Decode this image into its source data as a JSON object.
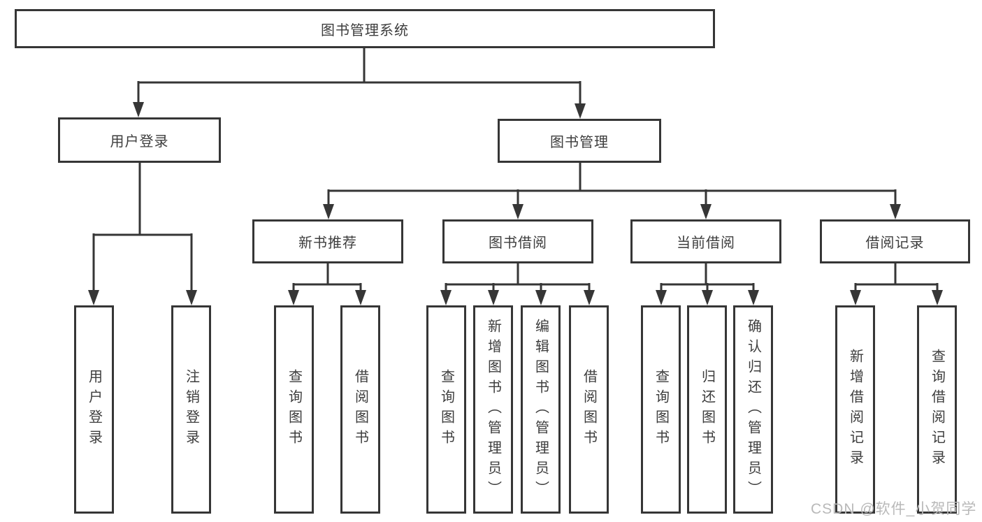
{
  "diagram": {
    "root": "图书管理系统",
    "level2": {
      "user_login": "用户登录",
      "book_management": "图书管理"
    },
    "level3": {
      "new_book_recommend": "新书推荐",
      "book_borrow": "图书借阅",
      "current_borrow": "当前借阅",
      "borrow_record": "借阅记录"
    },
    "leaves": {
      "login": "用户登录",
      "logout": "注销登录",
      "nbr_query_book": "查询图书",
      "nbr_borrow_book": "借阅图书",
      "bb_query_book": "查询图书",
      "bb_add_book": "新增图书（管理员）",
      "bb_edit_book": "编辑图书（管理员）",
      "bb_borrow_book": "借阅图书",
      "cb_query_book": "查询图书",
      "cb_return_book": "归还图书",
      "cb_confirm_return": "确认归还（管理员）",
      "br_add_record": "新增借阅记录",
      "br_query_record": "查询借阅记录"
    }
  },
  "watermark": "CSDN @软件_小贺同学",
  "colors": {
    "line": "#363636",
    "text": "#3d3d3d",
    "watermark": "#b9b9b9",
    "background": "#ffffff"
  }
}
